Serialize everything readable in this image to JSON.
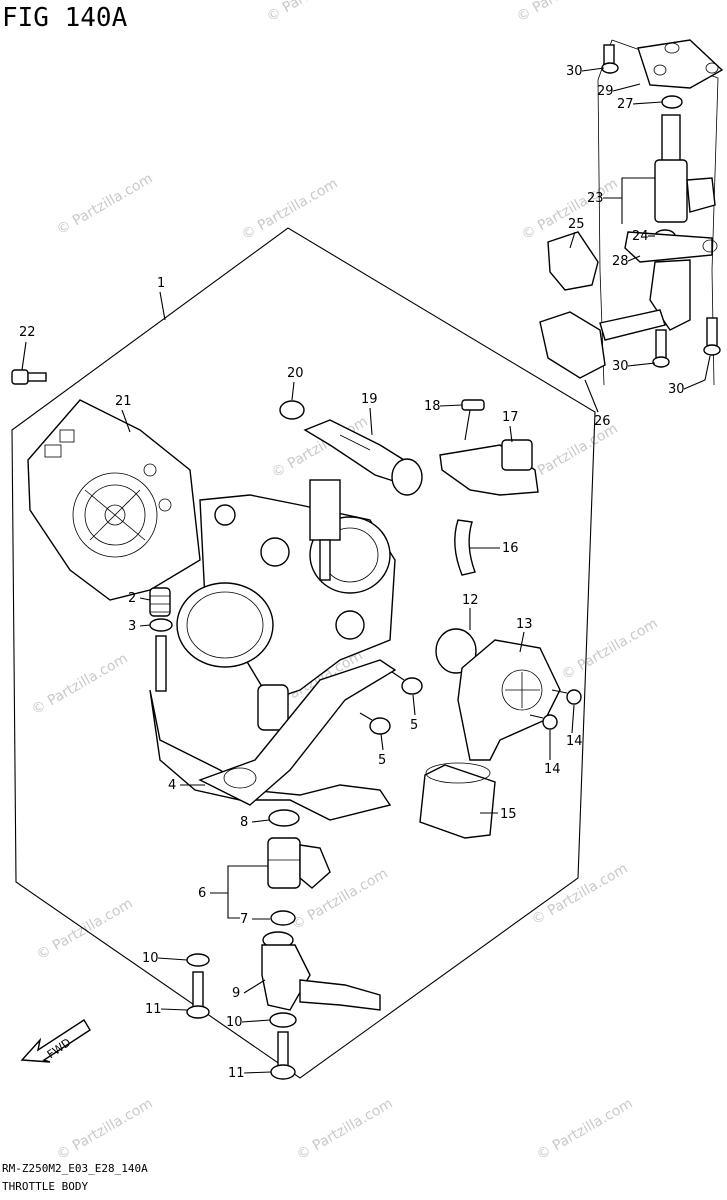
{
  "figure": {
    "title": "FIG 140A",
    "footer_code": "RM-Z250M2_E03_E28_140A",
    "footer_caption": "THROTTLE BODY",
    "direction_label": "FWD",
    "watermark": "© Partzilla.com"
  },
  "callouts": [
    "1",
    "2",
    "3",
    "4",
    "5",
    "5",
    "6",
    "7",
    "8",
    "9",
    "10",
    "10",
    "11",
    "11",
    "12",
    "13",
    "14",
    "14",
    "15",
    "16",
    "17",
    "18",
    "19",
    "20",
    "21",
    "22",
    "23",
    "24",
    "25",
    "26",
    "27",
    "28",
    "29",
    "30",
    "30",
    "30"
  ]
}
